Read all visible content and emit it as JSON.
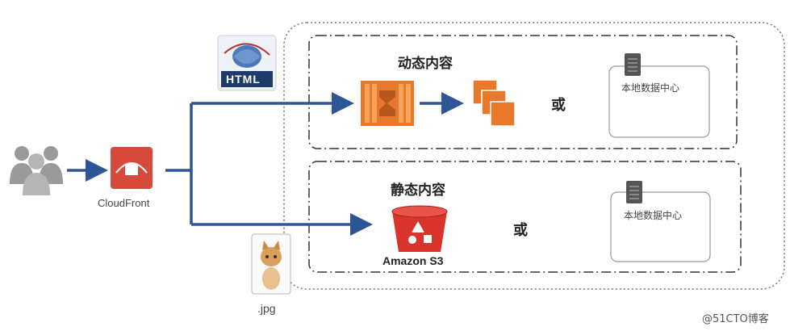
{
  "dynamic_section": {
    "title": "动态内容",
    "or": "或",
    "datacenter_label": "本地数据中心"
  },
  "static_section": {
    "title": "静态内容",
    "or": "或",
    "datacenter_label": "本地数据中心",
    "s3_label": "Amazon S3"
  },
  "cloudfront_label": "CloudFront",
  "html_label": "HTML",
  "jpg_label": ".jpg",
  "watermark": "@51CTO博客",
  "colors": {
    "arrow": "#2e5596",
    "aws_orange": "#e8782a",
    "s3_red": "#d9342b",
    "cloudfront_red": "#d64a3b"
  }
}
